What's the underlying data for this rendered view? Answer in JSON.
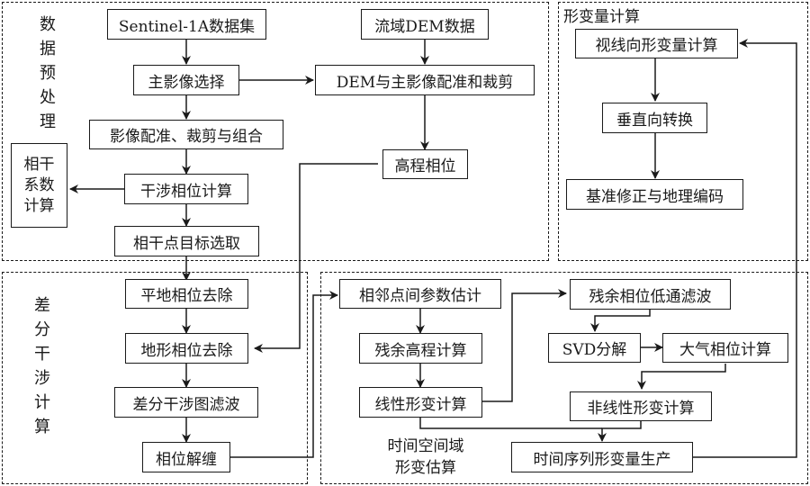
{
  "regions": {
    "preprocessing": {
      "label": "数据预处理"
    },
    "deformation": {
      "label": "形变量计算"
    },
    "differential": {
      "label": "差分干涉计算"
    },
    "spatiotemporal": {
      "label_line1": "时间空间域",
      "label_line2": "形变估算"
    }
  },
  "nodes": {
    "sentinel": "Sentinel-1A数据集",
    "master_select": "主影像选择",
    "coreg_crop": "影像配准、裁剪与组合",
    "interf_phase": "干涉相位计算",
    "coherence": "相干系数计算",
    "coherent_points": "相干点目标选取",
    "dem_data": "流域DEM数据",
    "dem_coreg": "DEM与主影像配准和裁剪",
    "elev_phase": "高程相位",
    "los_deform": "视线向形变量计算",
    "vertical": "垂直向转换",
    "baseline_geo": "基准修正与地理编码",
    "flat_phase": "平地相位去除",
    "topo_phase": "地形相位去除",
    "diff_filter": "差分干涉图滤波",
    "unwrap": "相位解缠",
    "neighbor_param": "相邻点间参数估计",
    "residual_elev": "残余高程计算",
    "linear_deform": "线性形变计算",
    "residual_lowpass": "残余相位低通滤波",
    "svd": "SVD分解",
    "atmos_phase": "大气相位计算",
    "nonlinear_deform": "非线性形变计算",
    "timeseries": "时间序列形变量生产"
  }
}
